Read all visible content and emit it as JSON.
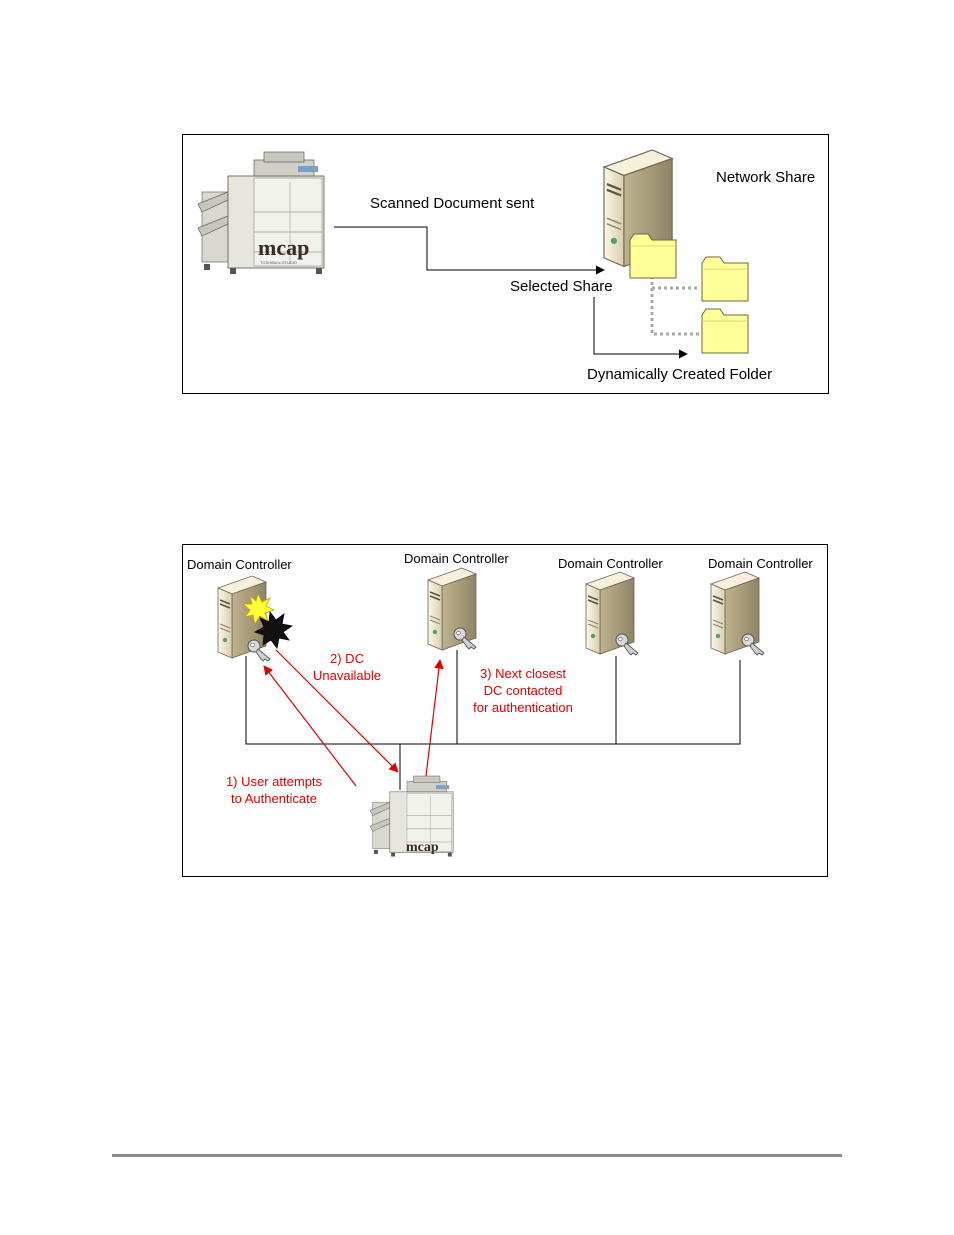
{
  "figure1": {
    "scanned_label": "Scanned Document sent",
    "network_share_label": "Network Share",
    "selected_share_label": "Selected Share",
    "dynamic_folder_label": "Dynamically Created Folder",
    "printer_logo_text": "mcap",
    "printer_logo_sub": "TOSHIBA e-STUDIO"
  },
  "figure2": {
    "dc_labels": [
      "Domain Controller",
      "Domain Controller",
      "Domain Controller",
      "Domain Controller"
    ],
    "step1_line1": "1)  User attempts",
    "step1_line2": "to Authenticate",
    "step2_line1": "2)  DC",
    "step2_line2": "Unavailable",
    "step3_line1": "3) Next closest",
    "step3_line2": "DC contacted",
    "step3_line3": "for authentication",
    "printer_logo_text": "mcap"
  },
  "colors": {
    "annotation": "#e00000",
    "folder": "#ffff99",
    "server": "#efe6cc",
    "frame": "#000000",
    "footer_rule": "#8c8c8c"
  }
}
